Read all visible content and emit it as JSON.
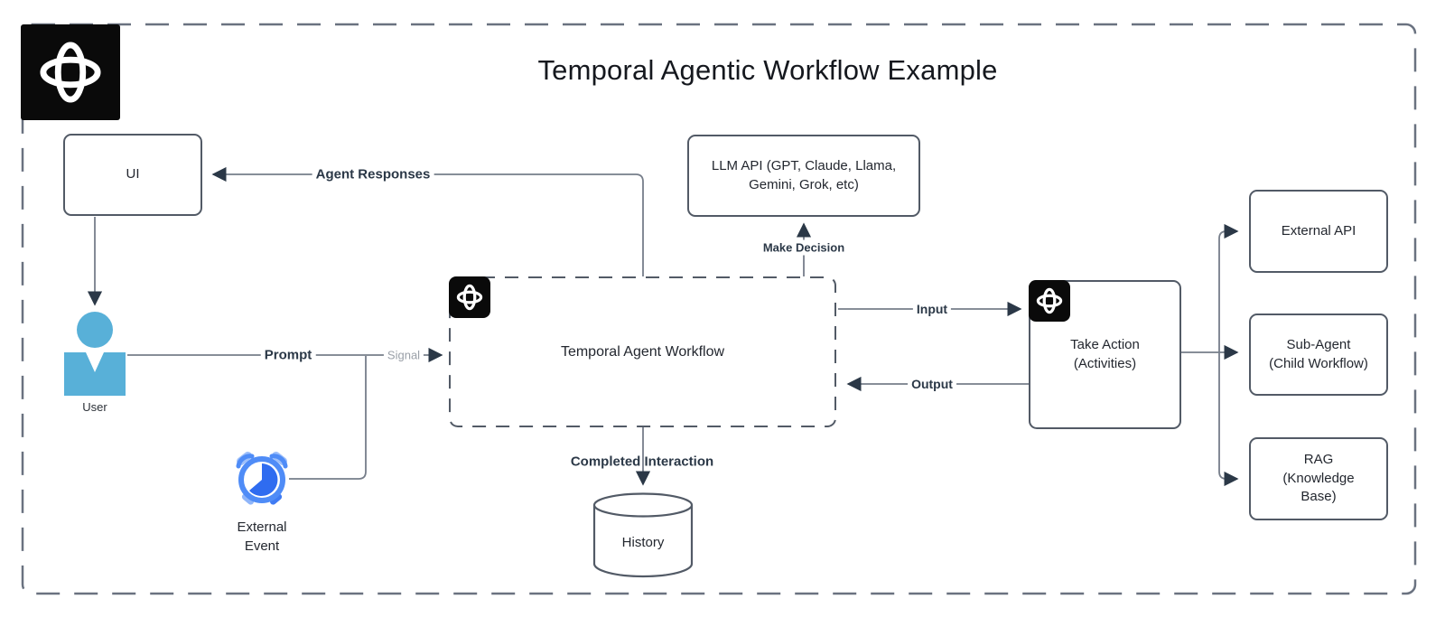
{
  "title": "Temporal Agentic Workflow Example",
  "nodes": {
    "ui": {
      "label": "UI"
    },
    "user": {
      "label": "User"
    },
    "external_event": {
      "label": "External\nEvent"
    },
    "llm_api": {
      "label": "LLM API (GPT, Claude, Llama,\nGemini, Grok, etc)"
    },
    "workflow": {
      "label": "Temporal Agent Workflow"
    },
    "take_action": {
      "label": "Take Action\n(Activities)"
    },
    "external_api": {
      "label": "External API"
    },
    "sub_agent": {
      "label": "Sub-Agent\n(Child Workflow)"
    },
    "rag": {
      "label": "RAG\n(Knowledge\nBase)"
    },
    "history": {
      "label": "History"
    }
  },
  "edge_labels": {
    "agent_responses": "Agent Responses",
    "prompt": "Prompt",
    "signal": "Signal",
    "make_decision": "Make Decision",
    "input": "Input",
    "output": "Output",
    "completed_interaction": "Completed Interaction"
  },
  "icons": {
    "temporal_logo": "temporal-logo",
    "user": "user-icon",
    "external_event": "alarm-clock-icon",
    "history": "database-cylinder-icon"
  },
  "colors": {
    "logo_bg": "#0a0a0a",
    "user_icon_blue": "#58b0d8",
    "clock_ring_blue": "#4f8cf7",
    "clock_wedge_blue": "#2f6cf0",
    "clock_light_blue": "#9dbffa",
    "line_gray": "#767e8a",
    "box_border_gray": "#525a66",
    "accent_text": "#2b3847"
  }
}
